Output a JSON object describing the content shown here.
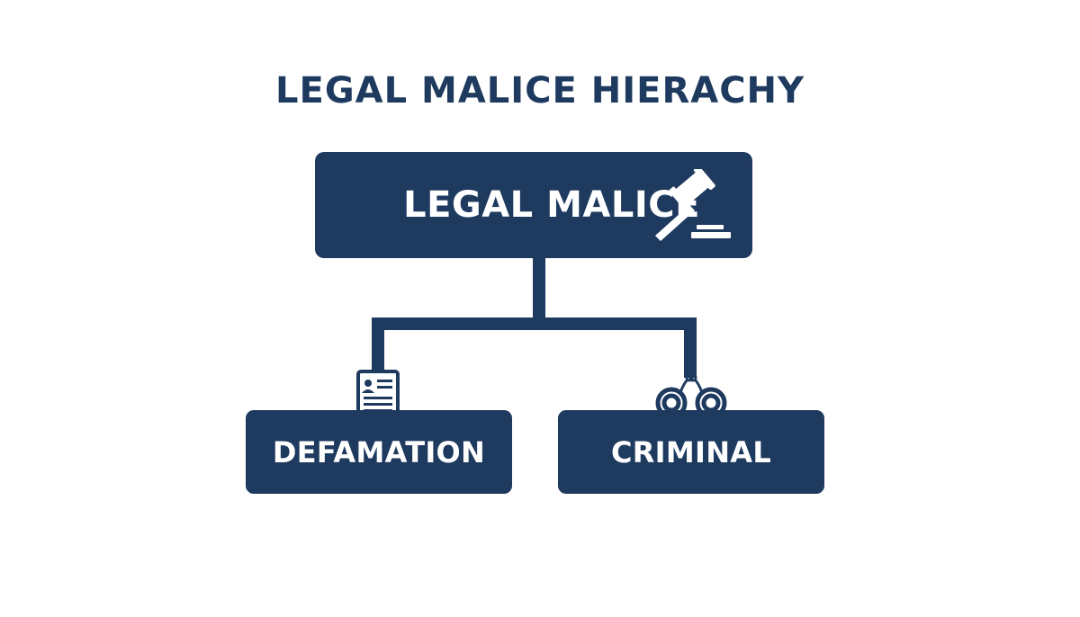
{
  "title": "LEGAL MALICE HIERACHY",
  "root": {
    "label": "LEGAL MALICE",
    "icon": "gavel-icon"
  },
  "children": [
    {
      "label": "DEFAMATION",
      "icon": "document-profile-icon"
    },
    {
      "label": "CRIMINAL",
      "icon": "handcuffs-icon"
    }
  ],
  "colors": {
    "primary": "#1e3a5f",
    "text_on_primary": "#ffffff",
    "background": "#ffffff"
  }
}
